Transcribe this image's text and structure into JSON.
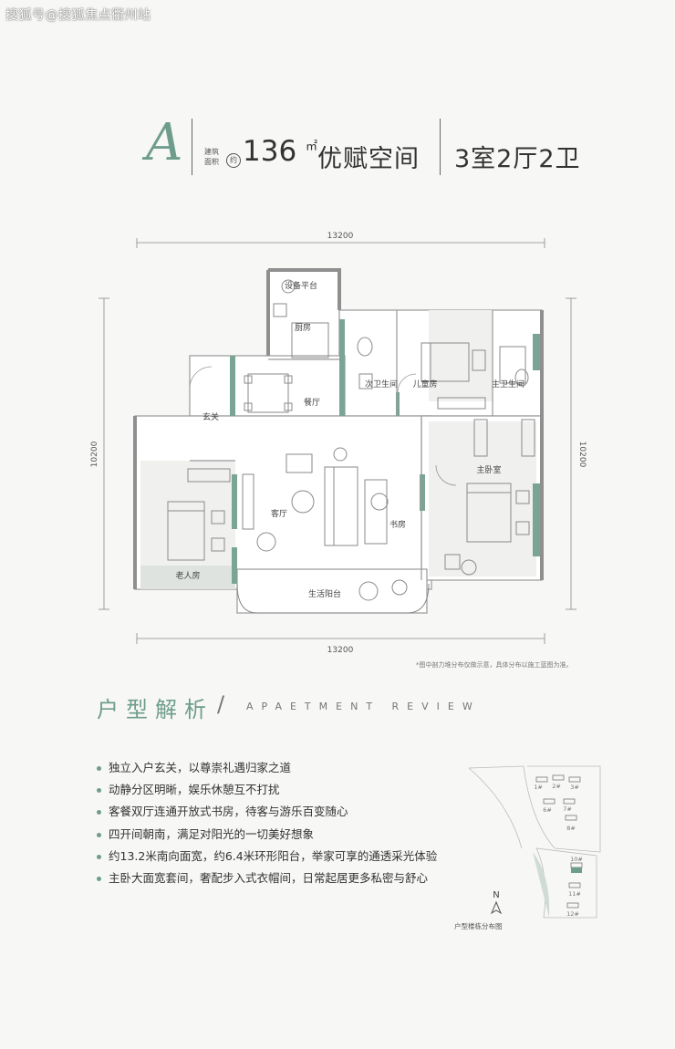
{
  "watermark": "搜狐号@搜狐焦点衢州站",
  "header": {
    "type_letter": "A",
    "area_label_line1": "建筑",
    "area_label_line2": "面积",
    "approx": "约",
    "area": "136",
    "area_unit": "㎡",
    "slogan": "优赋空间",
    "rooms": "3室2厅2卫"
  },
  "dimensions": {
    "top": "13200",
    "bottom": "13200",
    "left": "10200",
    "right": "10200"
  },
  "plan_labels": {
    "equipment": "设备平台",
    "kitchen": "厨房",
    "dining": "餐厅",
    "foyer": "玄关",
    "second_bath": "次卫生间",
    "kids_room": "儿童房",
    "master_bath": "主卫生间",
    "master_bed": "主卧室",
    "living": "客厅",
    "study": "书房",
    "elder_room": "老人房",
    "balcony": "生活阳台"
  },
  "note": "*图中剖力堆分布仅做示意，具体分布以施工蓝图为准。",
  "section": {
    "title": "户型解析",
    "slash": "/",
    "subtitle": "APAETMENT REVIEW"
  },
  "bullets": [
    "独立入户玄关，以尊崇礼遇归家之道",
    "动静分区明晰，娱乐休憩互不打扰",
    "客餐双厅连通开放式书房，待客与游乐百变随心",
    "四开间朝南，满足对阳光的一切美好想象",
    "约13.2米南向面宽，约6.4米环形阳台，举家可享的通透采光体验",
    "主卧大面宽套间，奢配步入式衣帽间，日常起居更多私密与舒心"
  ],
  "site_map": {
    "compass": "N",
    "caption": "户型楼栋分布图",
    "buildings": [
      "1#",
      "2#",
      "3#",
      "6#",
      "7#",
      "8#",
      "10#",
      "11#",
      "12#"
    ]
  },
  "colors": {
    "accent": "#6e9d8d",
    "wall": "#7aa594",
    "text": "#333333"
  }
}
